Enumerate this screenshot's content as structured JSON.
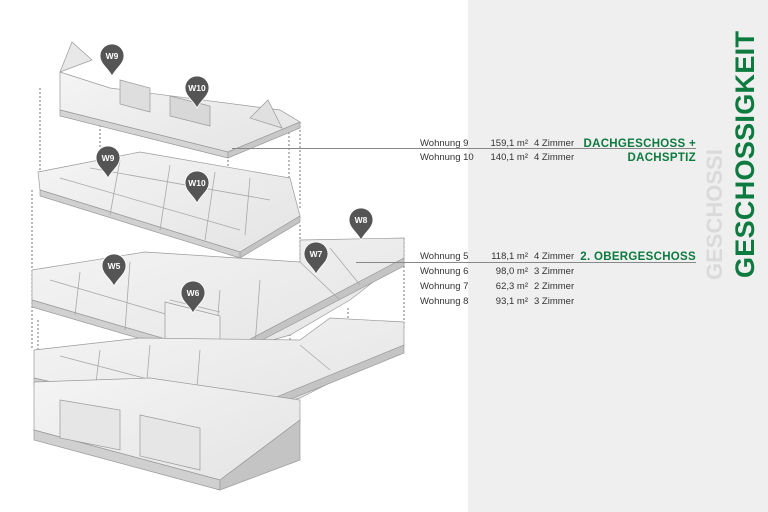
{
  "side_title": "GESCHOSSIGKEIT",
  "floors": [
    {
      "label_line1": "DACHGESCHOSS +",
      "label_line2": "DACHSPTIZ",
      "units": [
        {
          "name": "Wohnung 9",
          "area": "159,1 m²",
          "rooms": "4 Zimmer"
        },
        {
          "name": "Wohnung 10",
          "area": "140,1 m²",
          "rooms": "4 Zimmer"
        }
      ]
    },
    {
      "label_line1": "2. OBERGESCHOSS",
      "label_line2": "",
      "units": [
        {
          "name": "Wohnung 5",
          "area": "118,1 m²",
          "rooms": "4 Zimmer"
        },
        {
          "name": "Wohnung 6",
          "area": "98,0 m²",
          "rooms": "3 Zimmer"
        },
        {
          "name": "Wohnung 7",
          "area": "62,3 m²",
          "rooms": "2 Zimmer"
        },
        {
          "name": "Wohnung 8",
          "area": "93,1 m²",
          "rooms": "3 Zimmer"
        }
      ]
    }
  ],
  "pins": [
    "W9",
    "W10",
    "W9",
    "W10",
    "W8",
    "W7",
    "W5",
    "W6"
  ],
  "colors": {
    "accent": "#0d7a3f",
    "pin": "#555555",
    "panel": "#efefef"
  }
}
